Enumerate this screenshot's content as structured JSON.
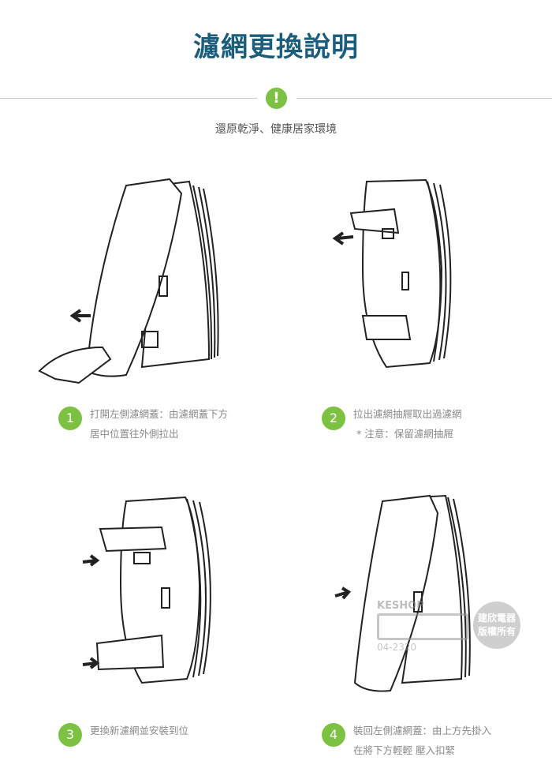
{
  "title": "濾網更換說明",
  "subtitle": "還原乾淨、健康居家環境",
  "alert_icon": "!",
  "steps": [
    {
      "num": "1",
      "lines": [
        "打開左側濾網蓋：由濾網蓋下方",
        "居中位置往外側拉出"
      ]
    },
    {
      "num": "2",
      "lines": [
        "拉出濾網抽屜取出過濾網",
        "* 注意：保留濾網抽屜"
      ]
    },
    {
      "num": "3",
      "lines": [
        "更換新濾網並安裝到位"
      ]
    },
    {
      "num": "4",
      "lines": [
        "裝回左側濾網蓋：由上方先掛入",
        "在將下方輕輕 壓入扣緊"
      ]
    }
  ],
  "watermark": {
    "brand": "KESHOP",
    "phone": "04-2320",
    "seal": [
      "建欣電器",
      "版權所有"
    ]
  },
  "colors": {
    "title": "#1b5d7c",
    "accent": "#7cc142"
  }
}
